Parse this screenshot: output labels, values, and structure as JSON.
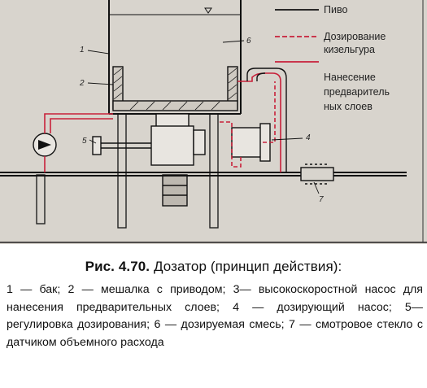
{
  "legend": {
    "beer": "Пиво",
    "dosing_line1": "Дозирование",
    "dosing_line2": "кизельгура",
    "precoat_line1": "Нанесение",
    "precoat_line2": "предваритель",
    "precoat_line3": "ных слоев"
  },
  "part_labels": [
    "1",
    "2",
    "4",
    "5",
    "6",
    "7"
  ],
  "colors": {
    "beer_line": "#111111",
    "dosing_line": "#c8203a",
    "precoat_line": "#c8203a",
    "panel_bg": "#d8d4cd"
  },
  "figure": {
    "title_number": "Рис. 4.70.",
    "title_text": " Дозатор (принцип действия):",
    "caption": "1 — бак; 2 — мешалка с приводом; 3— высокоскоростной насос для нанесения предварительных слоев; 4 — дозирующий насос; 5— регулировка дозирования; 6 — дозируемая смесь; 7 — смотровое стекло с датчиком объемного расхода"
  }
}
